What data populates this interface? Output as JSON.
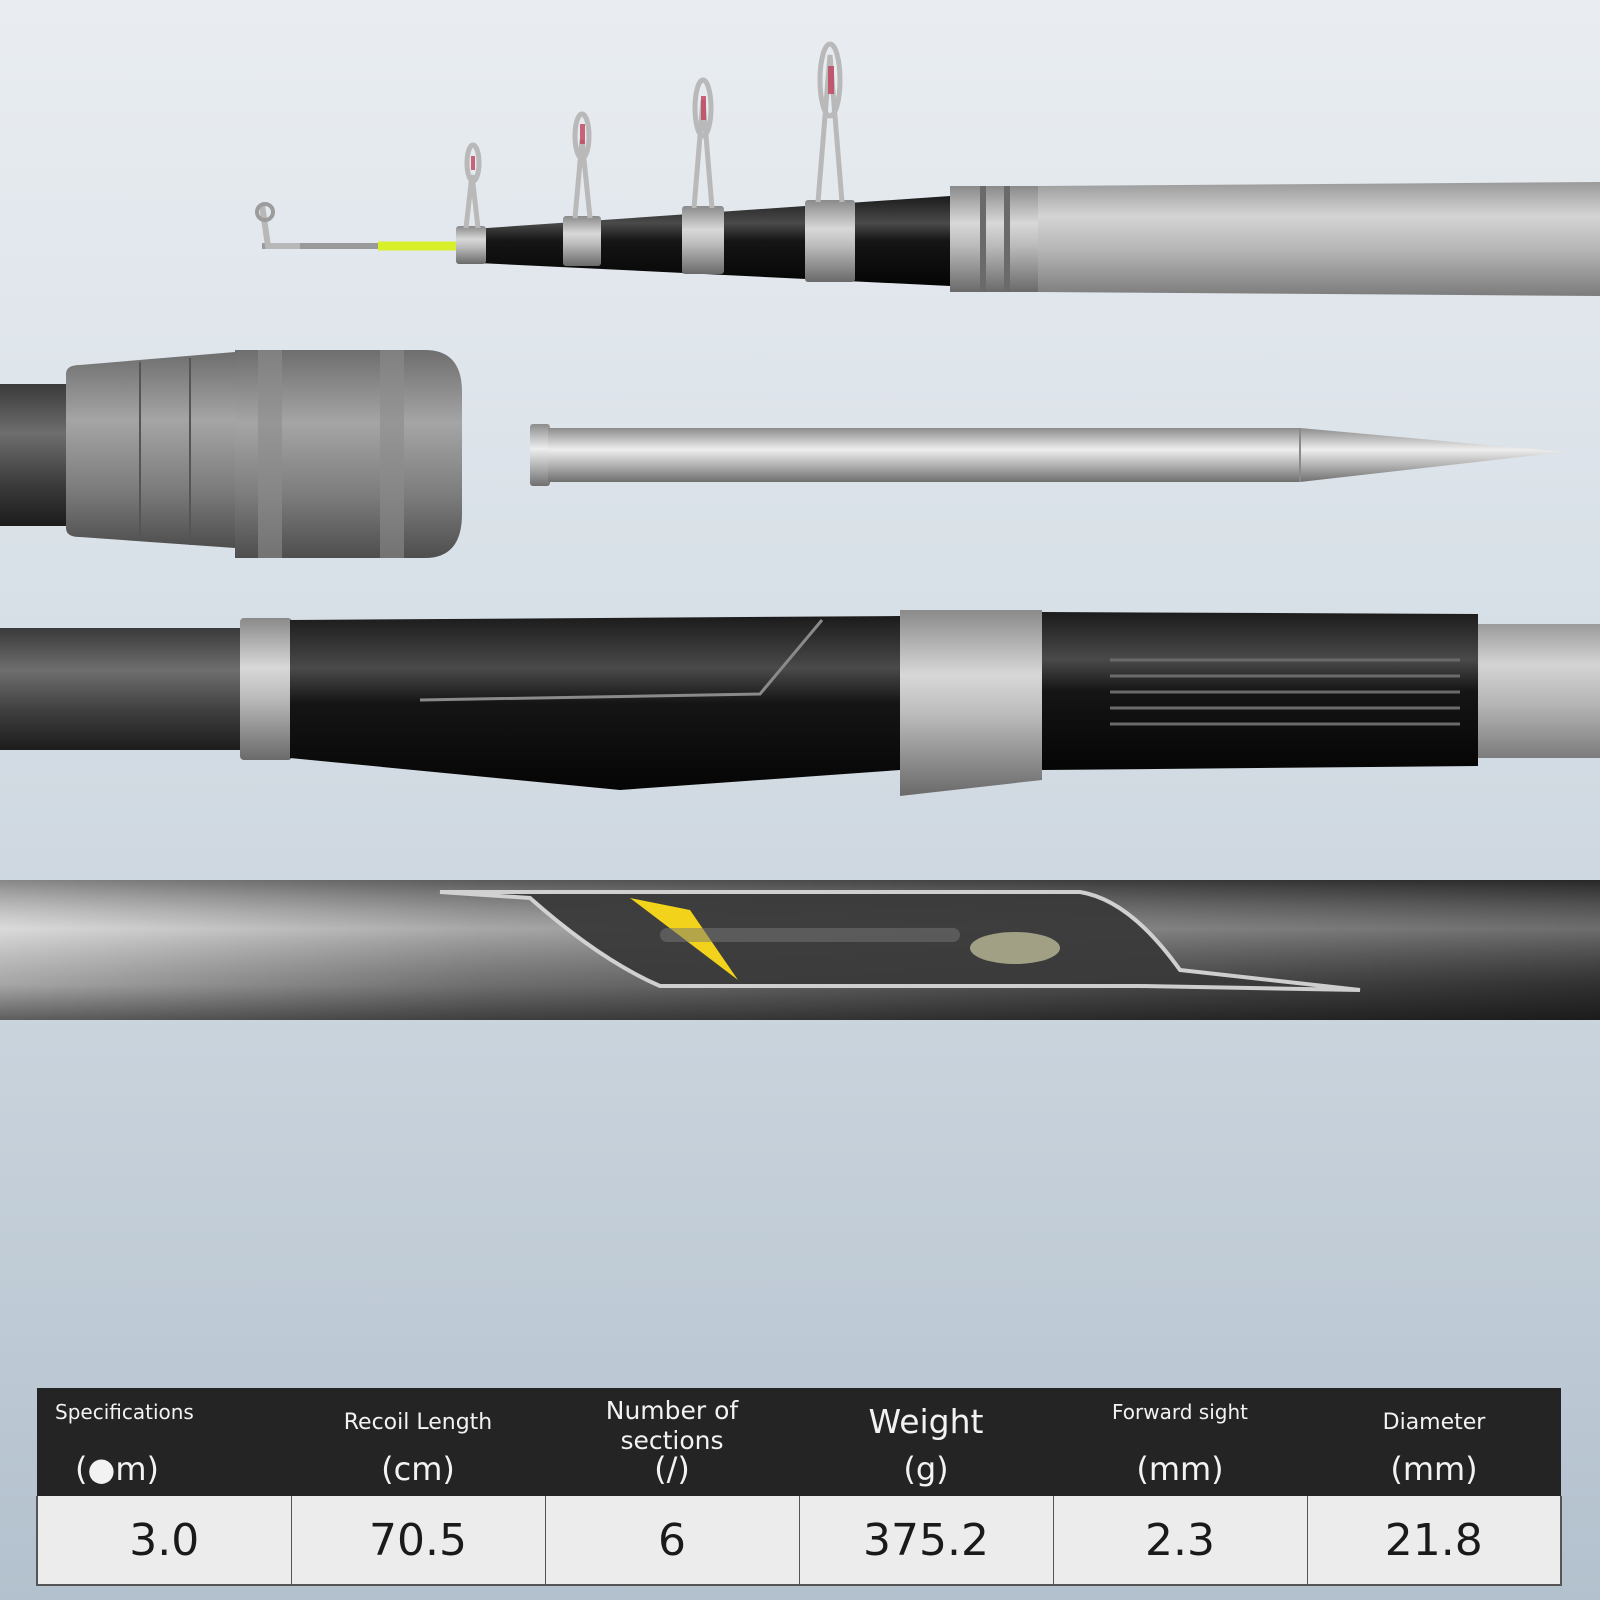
{
  "table": {
    "headers": [
      {
        "title": "Specifications",
        "unit": "(●m)"
      },
      {
        "title": "Recoil Length",
        "unit": "(cm)"
      },
      {
        "title": "Number of sections",
        "unit": "(/)"
      },
      {
        "title": "Weight",
        "unit": "(g)"
      },
      {
        "title": "Forward sight",
        "unit": "(mm)"
      },
      {
        "title": "Diameter",
        "unit": "(mm)"
      }
    ],
    "values": [
      "3.0",
      "70.5",
      "6",
      "375.2",
      "2.3",
      "21.8"
    ]
  },
  "colors": {
    "background_top": "#e9edf1",
    "background_bottom": "#b3c1ce",
    "header_bg": "#242424",
    "cell_bg": "#ececec",
    "tip_line": "#d8f02a",
    "accent_yellow": "#f2d21a"
  }
}
